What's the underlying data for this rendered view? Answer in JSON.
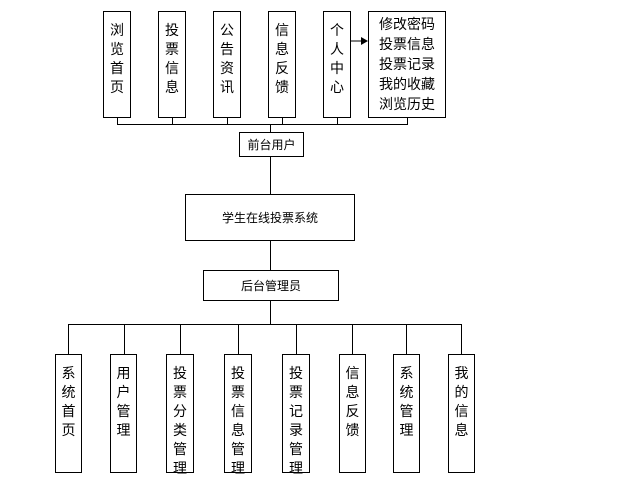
{
  "root": {
    "label": "学生在线投票系统"
  },
  "frontend": {
    "label": "前台用户",
    "items": [
      {
        "label": "浏览首页"
      },
      {
        "label": "投票信息"
      },
      {
        "label": "公告资讯"
      },
      {
        "label": "信息反馈"
      },
      {
        "label": "个人中心"
      }
    ],
    "profile_sub": [
      "修改密码",
      "投票信息",
      "投票记录",
      "我的收藏",
      "浏览历史"
    ]
  },
  "backend": {
    "label": "后台管理员",
    "items": [
      {
        "label": "系统首页"
      },
      {
        "label": "用户管理"
      },
      {
        "label": "投票分类管理"
      },
      {
        "label": "投票信息管理"
      },
      {
        "label": "投票记录管理"
      },
      {
        "label": "信息反馈"
      },
      {
        "label": "系统管理"
      },
      {
        "label": "我的信息"
      }
    ]
  }
}
